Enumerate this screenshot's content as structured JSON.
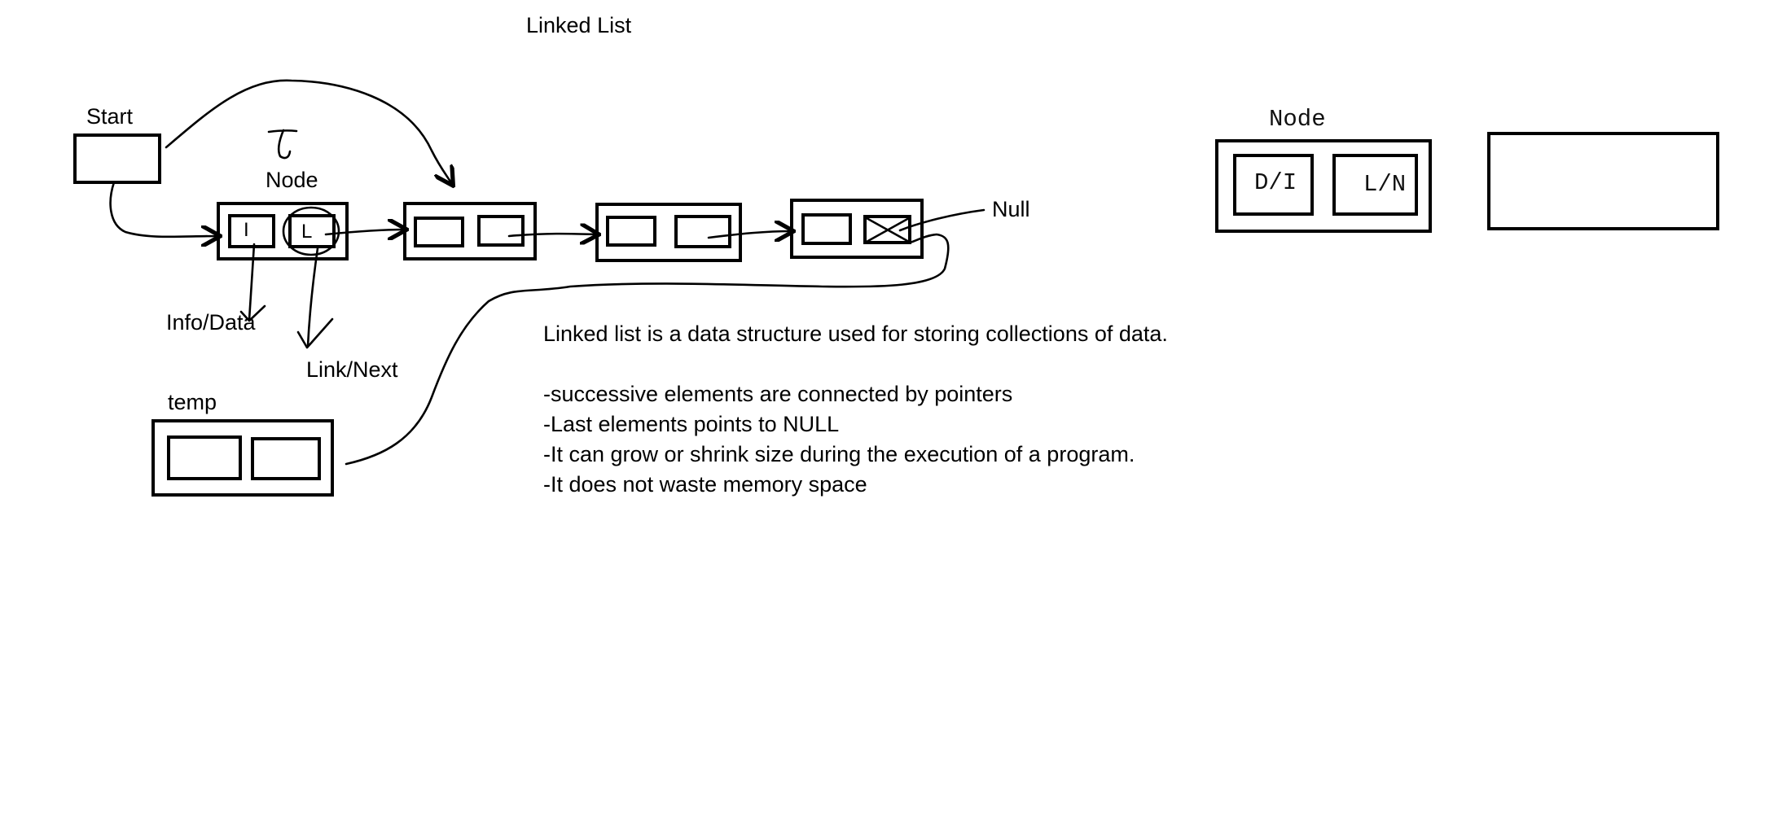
{
  "title": "Linked List",
  "labels": {
    "start": "Start",
    "node": "Node",
    "info_data": "Info/Data",
    "link_next": "Link/Next",
    "null": "Null",
    "temp": "temp",
    "t_mark": "t",
    "cell_info": "I",
    "cell_link": "L"
  },
  "node_legend": {
    "title": "Node",
    "data_cell": "D/I",
    "link_cell": "L/N"
  },
  "notes": {
    "definition": "Linked list is a data structure used for storing collections of data.",
    "points": [
      "-successive elements are connected by pointers",
      "-Last elements points to NULL",
      "-It can grow or shrink size during the execution of a program.",
      "-It does not waste memory space"
    ]
  }
}
